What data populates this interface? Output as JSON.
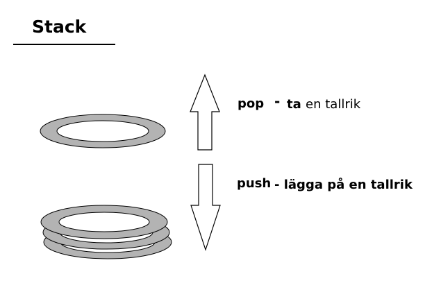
{
  "title": "Stack",
  "pop": {
    "op": "pop",
    "dash": "-",
    "desc_bold": "ta",
    "desc_rest": "en tallrik"
  },
  "push": {
    "op": "push",
    "desc": "- lägga på en tallrik"
  },
  "colors": {
    "plate_fill": "#b3b3b3",
    "outline": "#000000",
    "background": "#ffffff"
  },
  "icons": {
    "single_plate": "plate",
    "plate_stack": "plate-stack",
    "up_arrow": "arrow-up",
    "down_arrow": "arrow-down"
  }
}
